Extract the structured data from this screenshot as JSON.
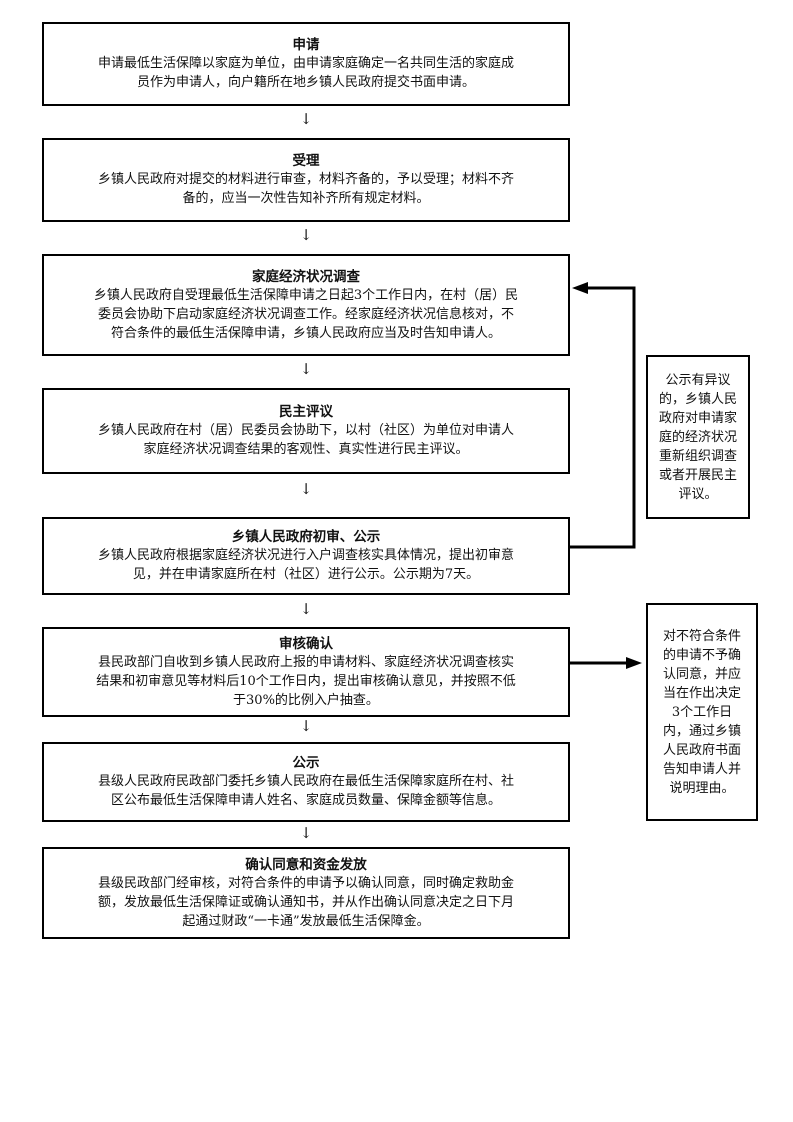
{
  "steps": [
    {
      "title": "申请",
      "lines": [
        "申请最低生活保障以家庭为单位，由申请家庭确定一名共同生活的家庭成",
        "员作为申请人，向户籍所在地乡镇人民政府提交书面申请。"
      ]
    },
    {
      "title": "受理",
      "lines": [
        "乡镇人民政府对提交的材料进行审查，材料齐备的，予以受理；材料不齐",
        "备的，应当一次性告知补齐所有规定材料。"
      ]
    },
    {
      "title": "家庭经济状况调查",
      "lines": [
        "乡镇人民政府自受理最低生活保障申请之日起3个工作日内，在村（居）民",
        "委员会协助下启动家庭经济状况调查工作。经家庭经济状况信息核对，不",
        "符合条件的最低生活保障申请，乡镇人民政府应当及时告知申请人。"
      ]
    },
    {
      "title": "民主评议",
      "lines": [
        "乡镇人民政府在村（居）民委员会协助下，以村（社区）为单位对申请人",
        "家庭经济状况调查结果的客观性、真实性进行民主评议。"
      ]
    },
    {
      "title": "乡镇人民政府初审、公示",
      "lines": [
        "乡镇人民政府根据家庭经济状况进行入户调查核实具体情况，提出初审意",
        "见，并在申请家庭所在村（社区）进行公示。公示期为7天。"
      ]
    },
    {
      "title": "审核确认",
      "lines": [
        "县民政部门自收到乡镇人民政府上报的申请材料、家庭经济状况调查核实",
        "结果和初审意见等材料后10个工作日内，提出审核确认意见，并按照不低",
        "于30%的比例入户抽查。"
      ]
    },
    {
      "title": "公示",
      "lines": [
        "县级人民政府民政部门委托乡镇人民政府在最低生活保障家庭所在村、社",
        "区公布最低生活保障申请人姓名、家庭成员数量、保障金额等信息。"
      ]
    },
    {
      "title": "确认同意和资金发放",
      "lines": [
        "县级民政部门经审核，对符合条件的申请予以确认同意，同时确定救助金",
        "额，发放最低生活保障证或确认通知书，并从作出确认同意决定之日下月",
        "起通过财政“一卡通”发放最低生活保障金。"
      ]
    }
  ],
  "arrow_glyph": "↓",
  "side_notes": {
    "objection": {
      "lines": [
        "公示有异议",
        "的，乡镇人民",
        "政府对申请家",
        "庭的经济状况",
        "重新组织调查",
        "或者开展民主",
        "评议。"
      ]
    },
    "rejection": {
      "lines": [
        "对不符合条件",
        "的申请不予确",
        "认同意，并应",
        "当在作出决定",
        "3个工作日",
        "内，通过乡镇",
        "人民政府书面",
        "告知申请人并",
        "说明理由。"
      ]
    }
  }
}
